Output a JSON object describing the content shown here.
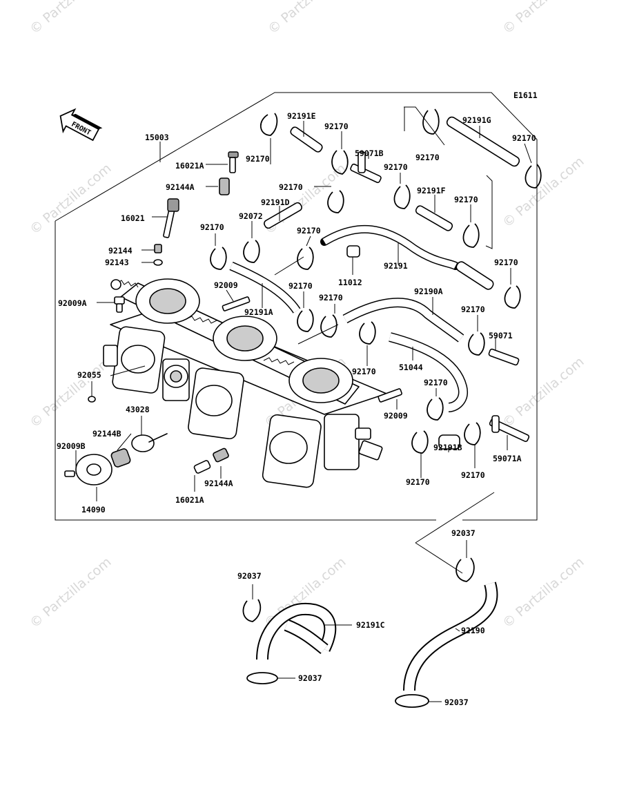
{
  "diagram": {
    "code": "E1611",
    "front": "FRONT",
    "watermark": "© Partzilla.com",
    "labels": [
      {
        "id": "15003",
        "text": "15003"
      },
      {
        "id": "16021A-a",
        "text": "16021A"
      },
      {
        "id": "92144A-a",
        "text": "92144A"
      },
      {
        "id": "16021",
        "text": "16021"
      },
      {
        "id": "92144",
        "text": "92144"
      },
      {
        "id": "92143",
        "text": "92143"
      },
      {
        "id": "92009A",
        "text": "92009A"
      },
      {
        "id": "92055",
        "text": "92055"
      },
      {
        "id": "43028",
        "text": "43028"
      },
      {
        "id": "92144B",
        "text": "92144B"
      },
      {
        "id": "92009B",
        "text": "92009B"
      },
      {
        "id": "14090",
        "text": "14090"
      },
      {
        "id": "16021A-b",
        "text": "16021A"
      },
      {
        "id": "92144A-b",
        "text": "92144A"
      },
      {
        "id": "92170-a",
        "text": "92170"
      },
      {
        "id": "92191E",
        "text": "92191E"
      },
      {
        "id": "92170-b",
        "text": "92170"
      },
      {
        "id": "59071B",
        "text": "59071B"
      },
      {
        "id": "92170-c",
        "text": "92170"
      },
      {
        "id": "92191D",
        "text": "92191D"
      },
      {
        "id": "92072",
        "text": "92072"
      },
      {
        "id": "92170-d",
        "text": "92170"
      },
      {
        "id": "92170-e",
        "text": "92170"
      },
      {
        "id": "92191G",
        "text": "92191G"
      },
      {
        "id": "92170-f",
        "text": "92170"
      },
      {
        "id": "92170-g",
        "text": "92170"
      },
      {
        "id": "92170-h",
        "text": "92170"
      },
      {
        "id": "92191F",
        "text": "92191F"
      },
      {
        "id": "92170-i",
        "text": "92170"
      },
      {
        "id": "92191",
        "text": "92191"
      },
      {
        "id": "11012",
        "text": "11012"
      },
      {
        "id": "92170-j",
        "text": "92170"
      },
      {
        "id": "92009-a",
        "text": "92009"
      },
      {
        "id": "92191A",
        "text": "92191A"
      },
      {
        "id": "92170-k",
        "text": "92170"
      },
      {
        "id": "92170-l",
        "text": "92170"
      },
      {
        "id": "92190A",
        "text": "92190A"
      },
      {
        "id": "92170-m",
        "text": "92170"
      },
      {
        "id": "59071",
        "text": "59071"
      },
      {
        "id": "51044",
        "text": "51044"
      },
      {
        "id": "92170-n",
        "text": "92170"
      },
      {
        "id": "92170-o",
        "text": "92170"
      },
      {
        "id": "92009-b",
        "text": "92009"
      },
      {
        "id": "92191B",
        "text": "92191B"
      },
      {
        "id": "59071A",
        "text": "59071A"
      },
      {
        "id": "92170-p",
        "text": "92170"
      },
      {
        "id": "92170-q",
        "text": "92170"
      },
      {
        "id": "92037-a",
        "text": "92037"
      },
      {
        "id": "92037-b",
        "text": "92037"
      },
      {
        "id": "92191C",
        "text": "92191C"
      },
      {
        "id": "92190",
        "text": "92190"
      },
      {
        "id": "92037-c",
        "text": "92037"
      },
      {
        "id": "92037-d",
        "text": "92037"
      }
    ]
  }
}
